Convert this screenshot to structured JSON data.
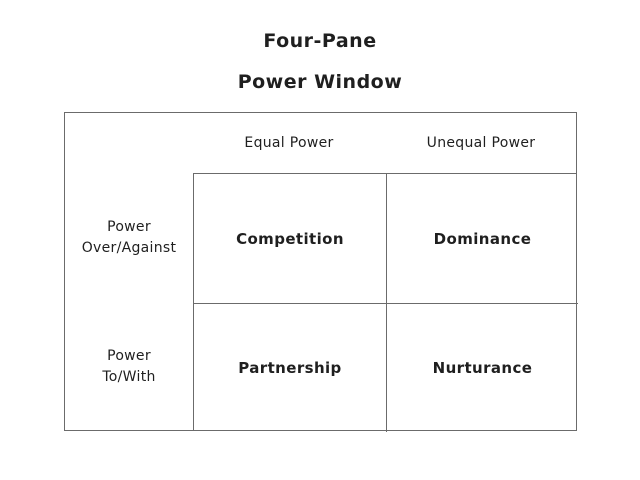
{
  "title": {
    "line1": "Four-Pane",
    "line2": "Power Window"
  },
  "matrix": {
    "col_headers": [
      "Equal Power",
      "Unequal Power"
    ],
    "row_labels": [
      [
        "Power",
        "Over/Against"
      ],
      [
        "Power",
        "To/With"
      ]
    ],
    "cells": [
      [
        "Competition",
        "Dominance"
      ],
      [
        "Partnership",
        "Nurturance"
      ]
    ]
  },
  "colors": {
    "background": "#ffffff",
    "border": "#6b6b6b",
    "text": "#1f1f1f"
  }
}
